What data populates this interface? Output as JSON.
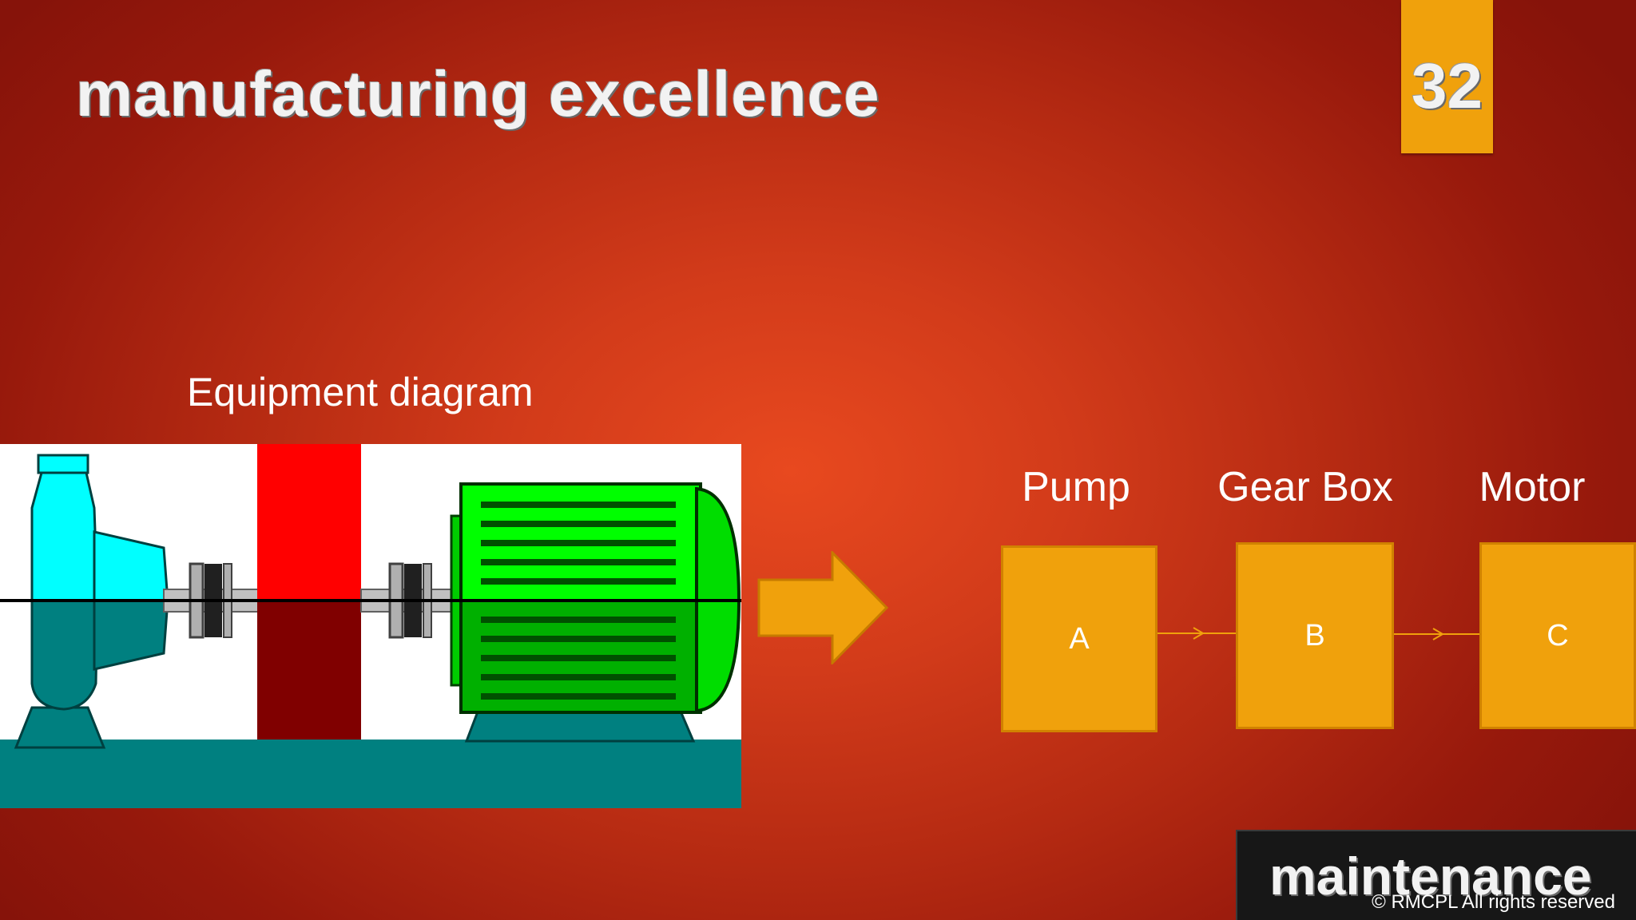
{
  "slide": {
    "title": "manufacturing excellence",
    "page_number": "32"
  },
  "equipment": {
    "label": "Equipment diagram"
  },
  "blocks": [
    {
      "heading": "Pump",
      "letter": "A"
    },
    {
      "heading": "Gear Box",
      "letter": "B"
    },
    {
      "heading": "Motor",
      "letter": "C"
    }
  ],
  "footer": {
    "word": "maintenance",
    "copyright": "© RMCPL All rights reserved"
  },
  "colors": {
    "background_center": "#e8491f",
    "background_edge": "#86130a",
    "accent_orange": "#f0a10c",
    "pump_cyan": "#00ffff",
    "pump_teal": "#008080",
    "gearbox_red": "#ff0000",
    "gearbox_darkred": "#800000",
    "motor_green": "#00ff00",
    "motor_darkgreen": "#008000"
  }
}
